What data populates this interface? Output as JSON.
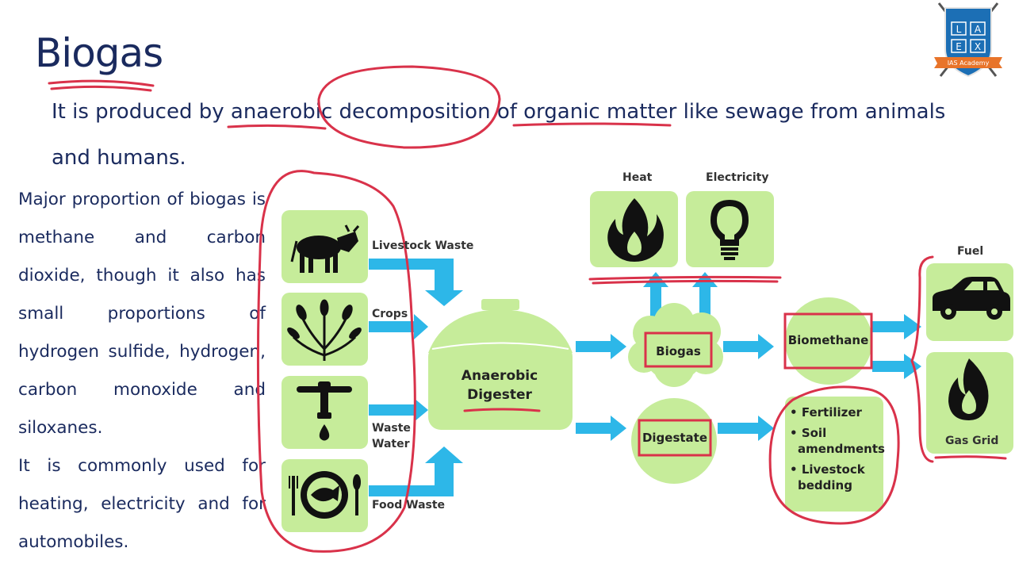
{
  "slide": {
    "title": "Biogas",
    "intro": "It is produced by anaerobic decomposition of organic matter like sewage from animals and humans.",
    "side_paragraph_1": "Major proportion of biogas is methane and carbon dioxide, though it also has small proportions of hydrogen sulfide, hydrogen, carbon monoxide and siloxanes.",
    "side_paragraph_2": "It is commonly used for heating, electricity and for automobiles."
  },
  "logo": {
    "letters": [
      "L",
      "A",
      "E",
      "X"
    ],
    "caption": "IAS Academy",
    "colors": {
      "shield": "#1c6fb5",
      "ribbon": "#e8742a"
    }
  },
  "diagram": {
    "inputs": [
      {
        "label": "Livestock Waste",
        "icon": "cow-icon"
      },
      {
        "label": "Crops",
        "icon": "wheat-icon"
      },
      {
        "label": "Waste Water",
        "icon": "tap-icon"
      },
      {
        "label": "Food Waste",
        "icon": "plate-icon"
      }
    ],
    "digester": "Anaerobic Digester",
    "biogas": "Biogas",
    "digestate": "Digestate",
    "heat": "Heat",
    "electricity": "Electricity",
    "biomethane": "Biomethane",
    "digestate_uses": [
      "Fertilizer",
      "Soil amendments",
      "Livestock bedding"
    ],
    "fuel": "Fuel",
    "gas_grid": "Gas Grid"
  },
  "colors": {
    "box_green": "#c6ec9a",
    "arrow_blue": "#2db7e8",
    "annotation_red": "#d9324a",
    "text_navy": "#1a2a5e"
  }
}
